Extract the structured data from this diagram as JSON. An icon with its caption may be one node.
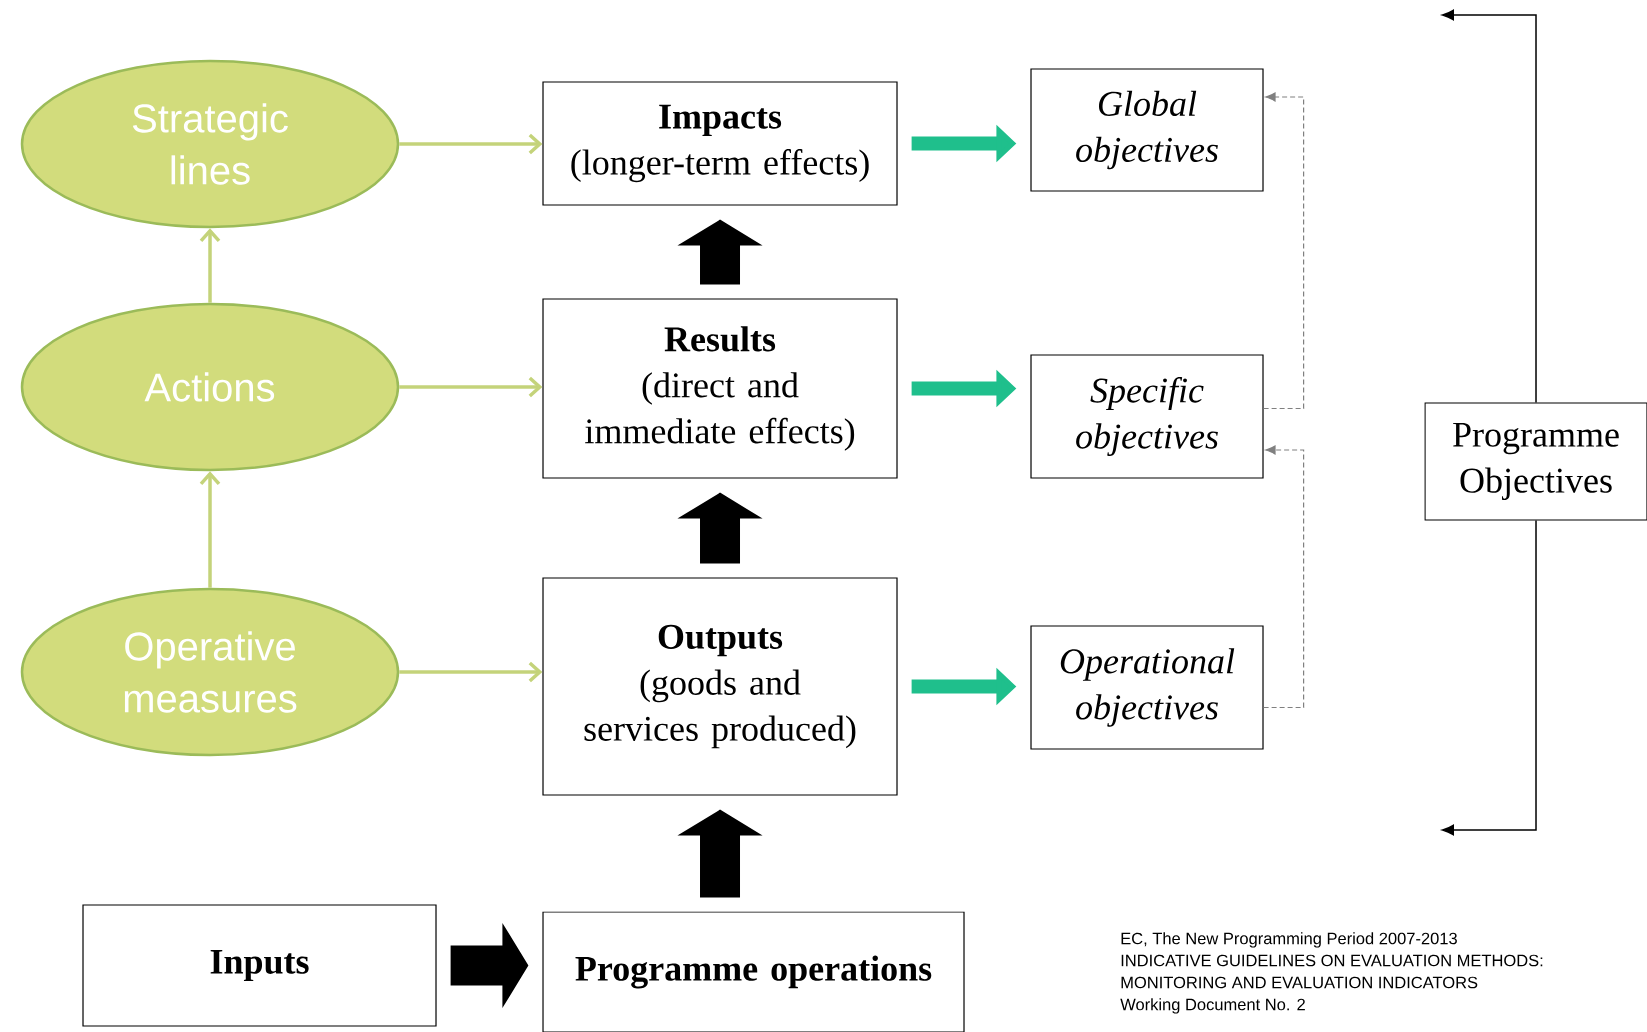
{
  "diagram": {
    "nodes": [
      {
        "text": [
          "Strategic lines"
        ]
      },
      {
        "text": [
          "Actions"
        ]
      },
      {
        "text": [
          "Operative measures"
        ]
      },
      {
        "text": [
          "Impacts",
          "(longer-term effects)"
        ]
      },
      {
        "text": [
          "Results",
          "(direct and immediate effects)"
        ]
      },
      {
        "text": [
          "Outputs",
          "(goods and services produced)"
        ]
      },
      {
        "text": [
          "Global objectives"
        ]
      },
      {
        "text": [
          "Specific objectives"
        ]
      },
      {
        "text": [
          "Operational objectives"
        ]
      },
      {
        "text": [
          "Programme Objectives"
        ]
      },
      {
        "text": [
          "Inputs"
        ]
      },
      {
        "text": [
          "Programme operations"
        ]
      }
    ],
    "edges": [
      {
        "from": 0,
        "to": 3,
        "arrow": "to",
        "color": "#c4d37a"
      },
      {
        "from": 1,
        "to": 4,
        "arrow": "to",
        "color": "#c4d37a"
      },
      {
        "from": 2,
        "to": 5,
        "arrow": "to",
        "color": "#c4d37a"
      },
      {
        "from": 2,
        "to": 1,
        "arrow": "to",
        "color": "#c4d37a"
      },
      {
        "from": 1,
        "to": 0,
        "arrow": "to",
        "color": "#c4d37a"
      },
      {
        "from": 11,
        "to": 5,
        "arrow": "to",
        "style": "thick"
      },
      {
        "from": 5,
        "to": 4,
        "arrow": "to",
        "style": "thick"
      },
      {
        "from": 4,
        "to": 3,
        "arrow": "to",
        "style": "thick"
      },
      {
        "from": 10,
        "to": 11,
        "arrow": "to",
        "style": "thick"
      },
      {
        "from": 3,
        "to": 6,
        "arrow": "to",
        "style": "thick",
        "color": "#1fbf8c"
      },
      {
        "from": 4,
        "to": 7,
        "arrow": "to",
        "style": "thick",
        "color": "#1fbf8c"
      },
      {
        "from": 5,
        "to": 8,
        "arrow": "to",
        "style": "thick",
        "color": "#1fbf8c"
      },
      {
        "from": 7,
        "to": 6,
        "arrow": "to",
        "style": "dashed",
        "color": "#808080"
      },
      {
        "from": 8,
        "to": 7,
        "arrow": "to",
        "style": "dashed",
        "color": "#808080"
      },
      {
        "from": 9,
        "to": null,
        "arrow": "to"
      },
      {
        "from": 9,
        "to": null,
        "arrow": "to"
      }
    ],
    "labels": [
      "EC, The New Programming Period 2007-2013",
      "INDICATIVE GUIDELINES ON EVALUATION METHODS:",
      "MONITORING AND EVALUATION INDICATORS",
      "Working Document No. 2"
    ]
  }
}
